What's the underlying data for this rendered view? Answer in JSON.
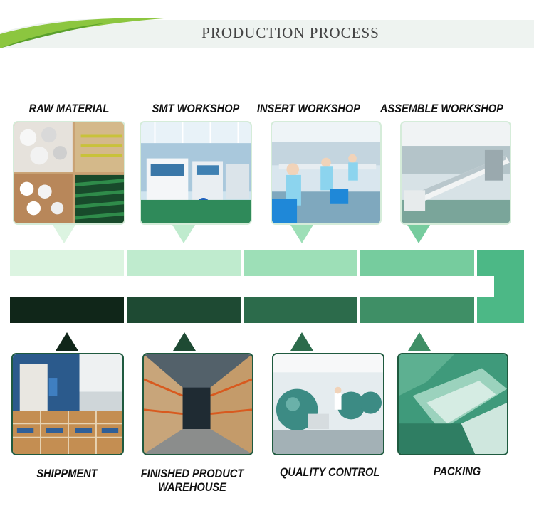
{
  "header": {
    "title": "PRODUCTION PROCESS"
  },
  "steps_top": [
    {
      "label": "RAW MATERIAL",
      "photo": "raw-material-photo"
    },
    {
      "label": "SMT WORKSHOP",
      "photo": "smt-workshop-photo"
    },
    {
      "label": "INSERT WORKSHOP",
      "photo": "insert-workshop-photo"
    },
    {
      "label": "ASSEMBLE WORKSHOP",
      "photo": "assemble-workshop-photo"
    }
  ],
  "steps_bottom": [
    {
      "label": "SHIPPMENT",
      "photo": "shipment-photo"
    },
    {
      "label_line1": "FINISHED PRODUCT",
      "label_line2": "WAREHOUSE",
      "photo": "warehouse-photo"
    },
    {
      "label": "QUALITY CONTROL",
      "photo": "quality-control-photo"
    },
    {
      "label": "PACKING",
      "photo": "packing-photo"
    }
  ],
  "colors": {
    "banner_green": "#8cc63f",
    "top_row": [
      "#dcf4e1",
      "#bfebce",
      "#9ddfb7",
      "#76cc9e"
    ],
    "bottom_row": [
      "#102619",
      "#1e4a33",
      "#2c6b4b",
      "#3f8f66"
    ],
    "connector": "#4cb886"
  }
}
